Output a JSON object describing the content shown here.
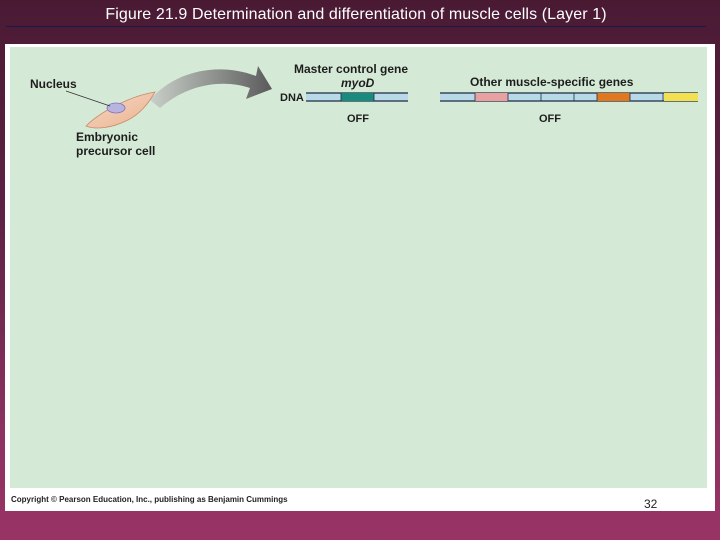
{
  "slide": {
    "title": "Figure 21.9  Determination and differentiation of muscle cells (Layer 1)",
    "copyright": "Copyright © Pearson Education, Inc., publishing as Benjamin Cummings",
    "page_number": "32"
  },
  "figure": {
    "nucleus_label": "Nucleus",
    "cell_label_line1": "Embryonic",
    "cell_label_line2": "precursor cell",
    "master_gene_label": "Master control gene",
    "master_gene_name": "myoD",
    "dna_label": "DNA",
    "other_genes_label": "Other muscle-specific genes",
    "myod_state": "OFF",
    "other_genes_state": "OFF"
  },
  "colors": {
    "background": "#d5ead6",
    "dna_strand": "#b7d9e8",
    "dna_line": "#1f2a44",
    "myod_gene": "#1a8a7d",
    "gene_pink": "#e8a0a0",
    "gene_orange": "#e07820",
    "gene_yellow": "#f2e050",
    "cell_fill": "#f2c6a8",
    "nucleus_fill": "#b9b3e0",
    "arrow": "#666666"
  }
}
